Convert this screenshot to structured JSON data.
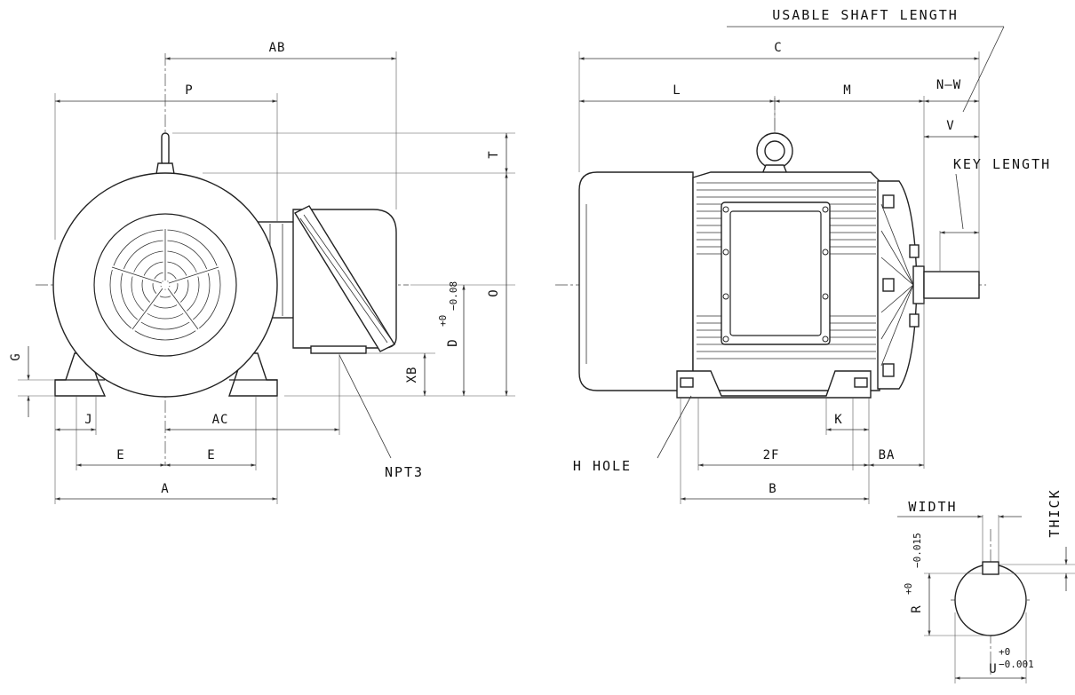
{
  "labels": {
    "AB": "AB",
    "P": "P",
    "T": "T",
    "O": "O",
    "D": "D",
    "D_tol": "+0\n−0.08",
    "XB": "XB",
    "G": "G",
    "J": "J",
    "AC": "AC",
    "E_left": "E",
    "E_right": "E",
    "A": "A",
    "NPT3": "NPT3",
    "C": "C",
    "L": "L",
    "M": "M",
    "N_W": "N—W",
    "V": "V",
    "usable_shaft_length": "USABLE SHAFT LENGTH",
    "key_length": "KEY LENGTH",
    "K": "K",
    "two_F": "2F",
    "BA": "BA",
    "B": "B",
    "H_HOLE": "H HOLE",
    "WIDTH": "WIDTH",
    "THICK": "THICK",
    "R": "R",
    "R_tol_plus": "+0",
    "R_tol_minus": "−0.015",
    "U": "U",
    "U_tol_plus": "+0",
    "U_tol_minus": "−0.001"
  }
}
